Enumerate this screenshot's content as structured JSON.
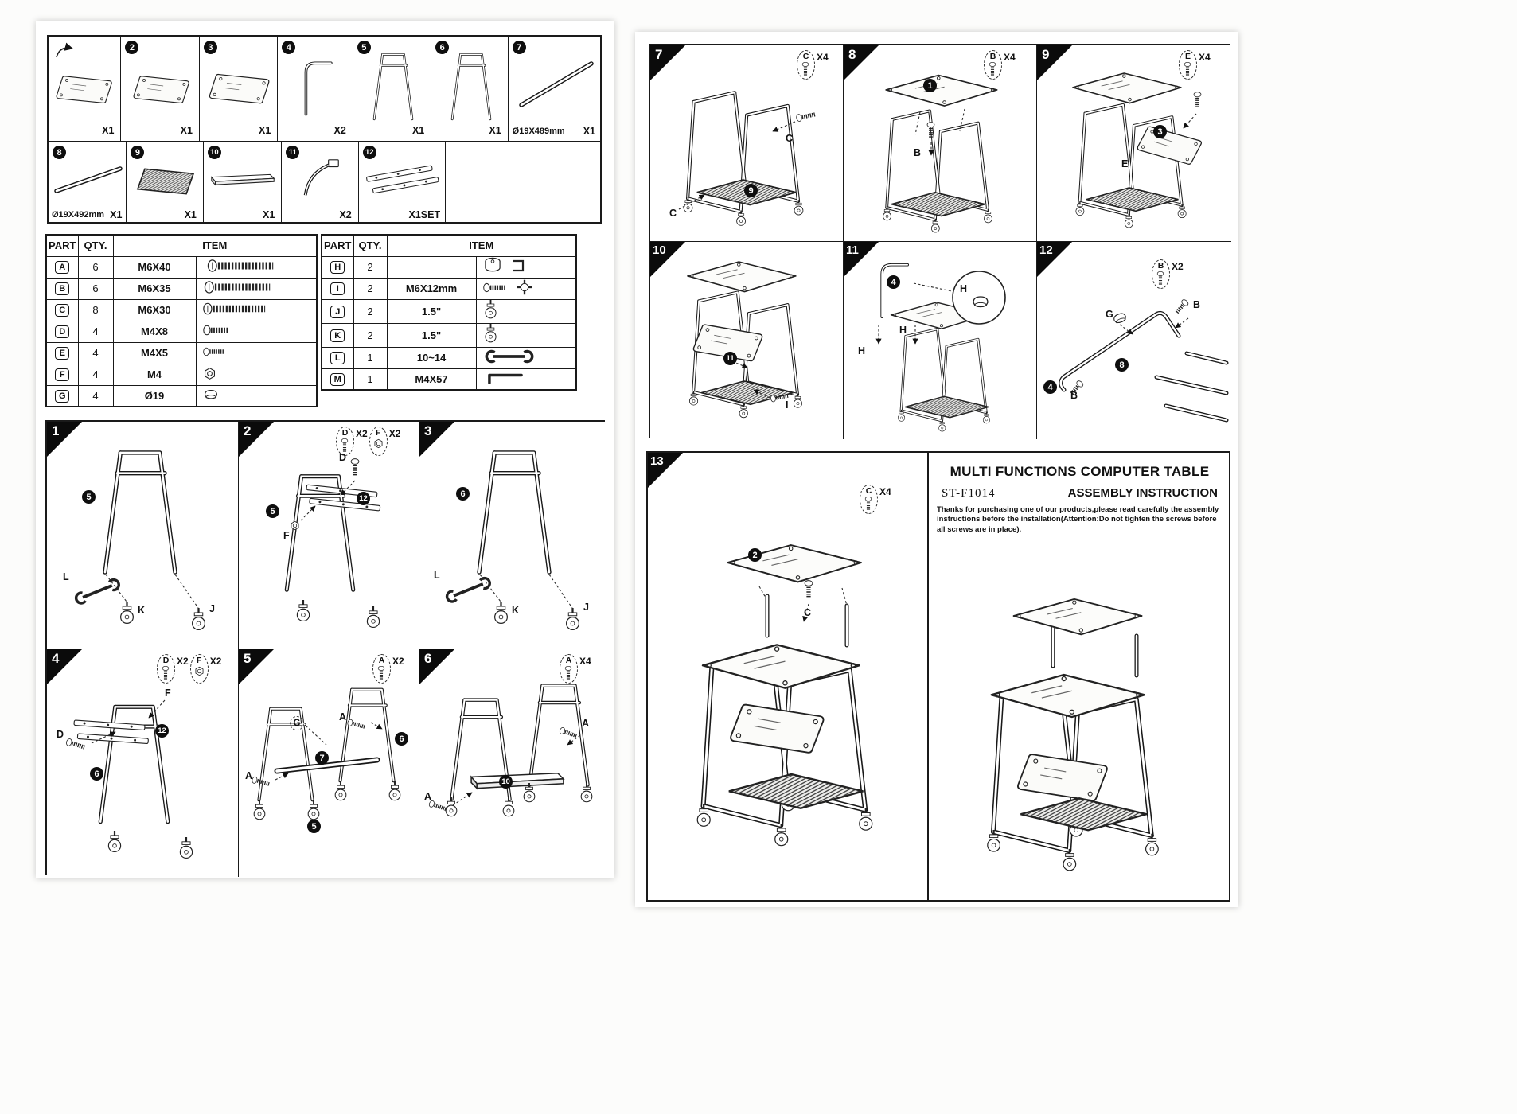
{
  "doc": {
    "title": "MULTI FUNCTIONS COMPUTER TABLE",
    "model": "ST-F1014",
    "subtitle": "ASSEMBLY INSTRUCTION",
    "note": "Thanks for purchasing one of our products,please read carefully the assembly instructions before the installation(Attention:Do not tighten the screws before all screws are in place)."
  },
  "parts_grid": {
    "cells": [
      {
        "num": "",
        "qty": "X1",
        "dim": "",
        "icon": "glass-panel"
      },
      {
        "num": "2",
        "qty": "X1",
        "dim": "",
        "icon": "glass-panel"
      },
      {
        "num": "3",
        "qty": "X1",
        "dim": "",
        "icon": "glass-panel"
      },
      {
        "num": "4",
        "qty": "X2",
        "dim": "",
        "icon": "bent-tube"
      },
      {
        "num": "5",
        "qty": "X1",
        "dim": "",
        "icon": "side-frame"
      },
      {
        "num": "6",
        "qty": "X1",
        "dim": "",
        "icon": "side-frame"
      },
      {
        "num": "7",
        "qty": "X1",
        "dim": "Ø19X489mm",
        "icon": "rod"
      },
      {
        "num": "8",
        "qty": "X1",
        "dim": "Ø19X492mm",
        "icon": "rod"
      },
      {
        "num": "9",
        "qty": "X1",
        "dim": "",
        "icon": "mesh-shelf"
      },
      {
        "num": "10",
        "qty": "X1",
        "dim": "",
        "icon": "bar"
      },
      {
        "num": "11",
        "qty": "X2",
        "dim": "",
        "icon": "hook-rod"
      },
      {
        "num": "12",
        "qty": "X1SET",
        "dim": "",
        "icon": "slide-rails"
      }
    ]
  },
  "hardware_left": {
    "headers": [
      "PART",
      "QTY.",
      "ITEM"
    ],
    "rows": [
      {
        "part": "A",
        "qty": "6",
        "item": "M6X40",
        "icon": "long-screw"
      },
      {
        "part": "B",
        "qty": "6",
        "item": "M6X35",
        "icon": "long-screw"
      },
      {
        "part": "C",
        "qty": "8",
        "item": "M6X30",
        "icon": "long-screw"
      },
      {
        "part": "D",
        "qty": "4",
        "item": "M4X8",
        "icon": "short-screw"
      },
      {
        "part": "E",
        "qty": "4",
        "item": "M4X5",
        "icon": "short-screw"
      },
      {
        "part": "F",
        "qty": "4",
        "item": "M4",
        "icon": "nut"
      },
      {
        "part": "G",
        "qty": "4",
        "item": "Ø19",
        "icon": "end-cap"
      }
    ]
  },
  "hardware_right": {
    "headers": [
      "PART",
      "QTY.",
      "ITEM"
    ],
    "rows": [
      {
        "part": "H",
        "qty": "2",
        "item": "",
        "icon": "barrel-nut"
      },
      {
        "part": "I",
        "qty": "2",
        "item": "M6X12mm",
        "icon": "screw-and-cam"
      },
      {
        "part": "J",
        "qty": "2",
        "item": "1.5\"",
        "icon": "caster"
      },
      {
        "part": "K",
        "qty": "2",
        "item": "1.5\"",
        "icon": "caster"
      },
      {
        "part": "L",
        "qty": "1",
        "item": "10~14",
        "icon": "wrench"
      },
      {
        "part": "M",
        "qty": "1",
        "item": "M4X57",
        "icon": "allen-key"
      }
    ]
  },
  "steps_left": [
    {
      "num": "1",
      "labels": {
        "part": "5",
        "wrench": "L",
        "caster1": "K",
        "caster2": "J"
      }
    },
    {
      "num": "2",
      "callouts": [
        {
          "letter": "D",
          "qty": "X2"
        },
        {
          "letter": "F",
          "qty": "X2"
        }
      ],
      "labels": {
        "screw": "D",
        "nut": "F",
        "part": "5",
        "rails": "12"
      }
    },
    {
      "num": "3",
      "labels": {
        "part": "6",
        "wrench": "L",
        "caster1": "K",
        "caster2": "J"
      }
    },
    {
      "num": "4",
      "callouts": [
        {
          "letter": "D",
          "qty": "X2"
        },
        {
          "letter": "F",
          "qty": "X2"
        }
      ],
      "labels": {
        "nut": "F",
        "screw": "D",
        "rails": "12",
        "part": "6"
      }
    },
    {
      "num": "5",
      "callouts": [
        {
          "letter": "A",
          "qty": "X2"
        }
      ],
      "labels": {
        "cap": "G",
        "screw1": "A",
        "screw2": "A",
        "rod": "7",
        "frame_left": "5",
        "frame_right": "6"
      }
    },
    {
      "num": "6",
      "callouts": [
        {
          "letter": "A",
          "qty": "X4"
        }
      ],
      "labels": {
        "screw1": "A",
        "screw2": "A",
        "bar": "10"
      }
    }
  ],
  "steps_right": [
    {
      "num": "7",
      "callouts": [
        {
          "letter": "C",
          "qty": "X4"
        }
      ],
      "labels": {
        "screw1": "C",
        "screw2": "C",
        "mesh": "9"
      }
    },
    {
      "num": "8",
      "callouts": [
        {
          "letter": "B",
          "qty": "X4"
        }
      ],
      "labels": {
        "panel": "1",
        "screw1": "B"
      }
    },
    {
      "num": "9",
      "callouts": [
        {
          "letter": "E",
          "qty": "X4"
        }
      ],
      "labels": {
        "panel": "3",
        "screw1": "E"
      }
    },
    {
      "num": "10",
      "labels": {
        "tray": "11",
        "fitting": "I"
      }
    },
    {
      "num": "11",
      "labels": {
        "tube": "4",
        "h1": "H",
        "h2": "H",
        "h3": "H"
      }
    },
    {
      "num": "12",
      "callouts": [
        {
          "letter": "B",
          "qty": "X2"
        }
      ],
      "labels": {
        "screw1": "B",
        "cap": "G",
        "rod": "8",
        "screw2": "B",
        "tube": "4"
      }
    },
    {
      "num": "13",
      "callouts": [
        {
          "letter": "C",
          "qty": "X4"
        }
      ],
      "labels": {
        "panel": "2",
        "screw1": "C"
      }
    }
  ]
}
